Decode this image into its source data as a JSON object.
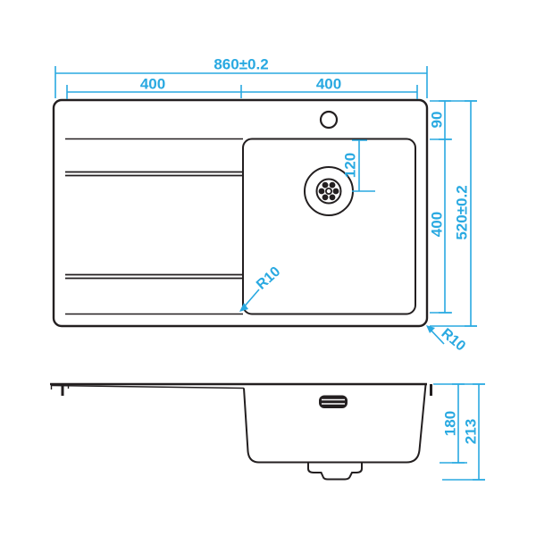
{
  "drawing_title": "sink-dimension-drawing",
  "colors": {
    "dimension_accent": "#29a9e1",
    "drawing_line": "#231f20",
    "background": "#ffffff"
  },
  "top_view": {
    "width_total": "860±0.2",
    "width_left_half": "400",
    "width_right_half": "400",
    "rim_to_bowl_top": "90",
    "bowl_front_to_back": "400",
    "depth_total": "520±0.2",
    "drain_center_offset": "120",
    "bowl_corner_radius": "R10",
    "outer_corner_radius": "R10"
  },
  "side_view": {
    "bowl_depth": "180",
    "overall_depth": "213"
  }
}
